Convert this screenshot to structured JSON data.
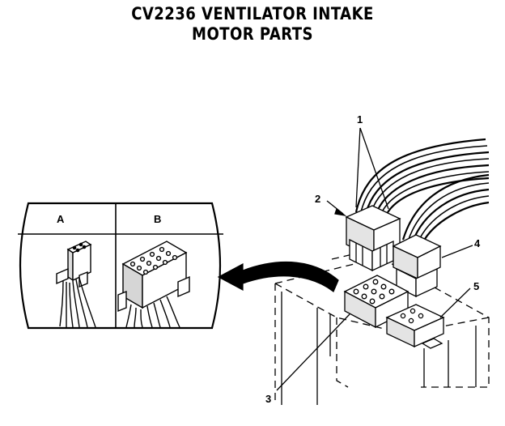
{
  "title": {
    "line1": "CV2236 VENTILATOR INTAKE",
    "line2": "MOTOR PARTS"
  },
  "callouts": [
    "1",
    "2",
    "3",
    "4",
    "5"
  ],
  "inset": {
    "label_a": "A",
    "label_b": "B"
  },
  "colors": {
    "ink": "#000000",
    "paper": "#ffffff"
  }
}
